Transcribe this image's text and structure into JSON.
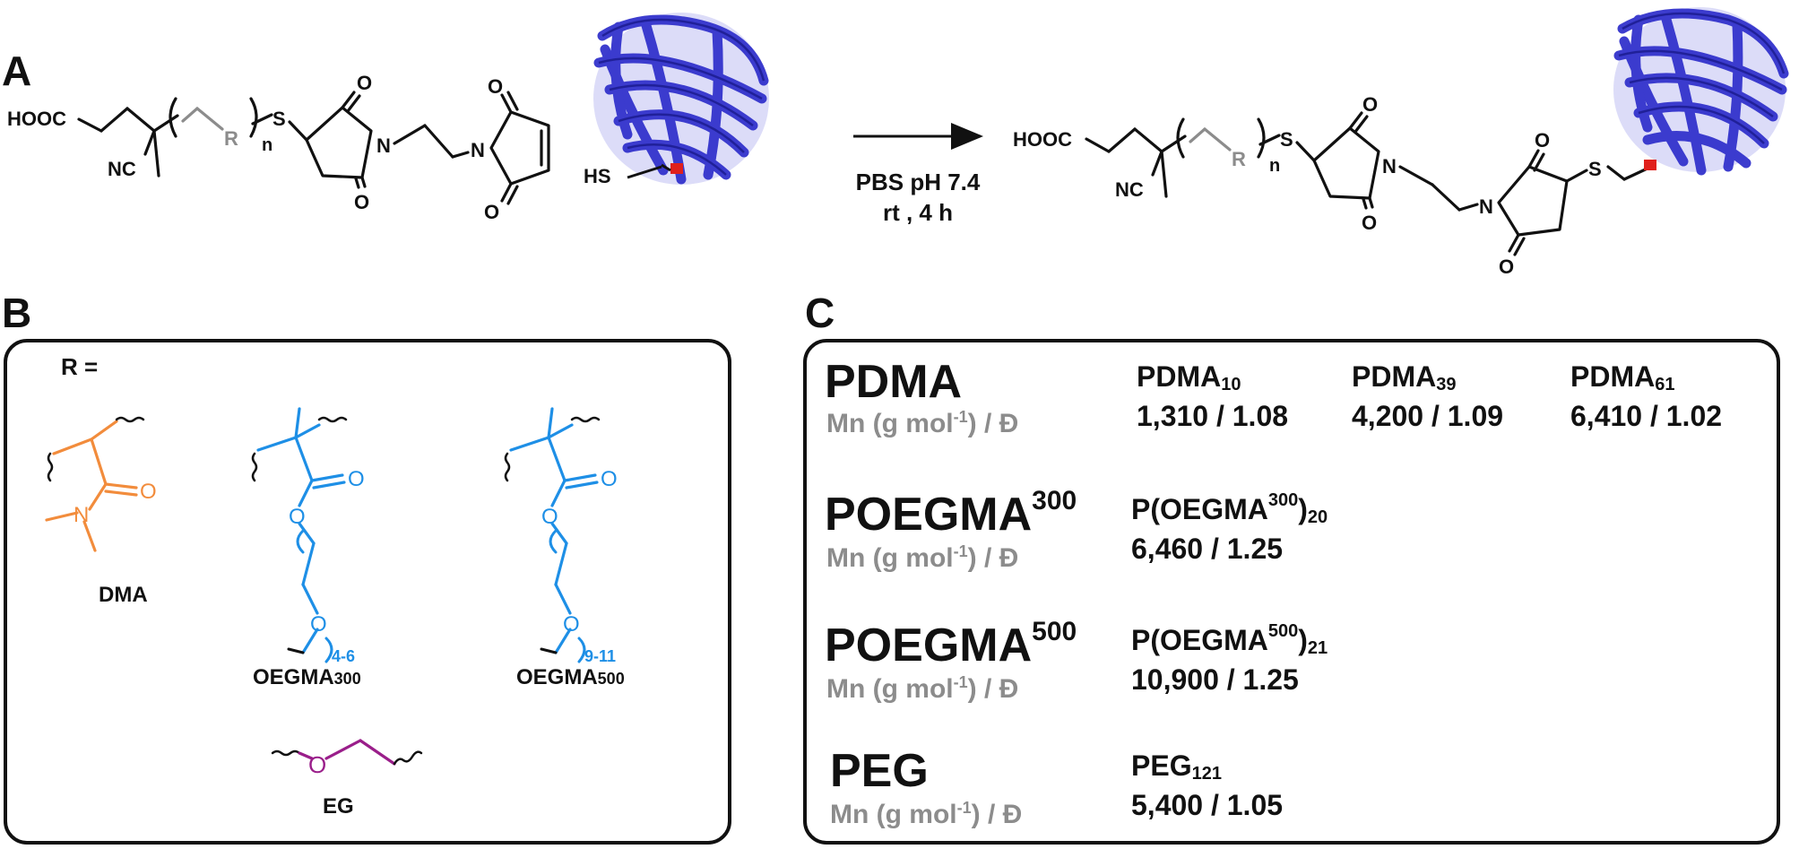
{
  "panels": {
    "a": "A",
    "b": "B",
    "c": "C"
  },
  "scheme": {
    "hooc": "HOOC",
    "nc": "NC",
    "r": "R",
    "n": "n",
    "s": "S",
    "n_atom": "N",
    "o": "O",
    "hs": "HS",
    "conditions_line1": "PBS pH 7.4",
    "conditions_line2": "rt , 4 h"
  },
  "panel_b": {
    "r_eq": "R =",
    "monomers": [
      {
        "label": "DMA",
        "sub": ""
      },
      {
        "label": "OEGMA",
        "sub": "300",
        "repeat": "4-6"
      },
      {
        "label": "OEGMA",
        "sub": "500",
        "repeat": "9-11"
      },
      {
        "label": "EG",
        "sub": ""
      }
    ],
    "atom_o": "O",
    "atom_n": "N"
  },
  "panel_c": {
    "mn_label_main": "Mn (g mol",
    "mn_label_exp": "-1",
    "mn_label_tail": ") / Đ",
    "groups": [
      {
        "title": "PDMA",
        "title_sup": "",
        "entries": [
          {
            "name": "PDMA",
            "sub": "10",
            "sup": "",
            "subtail": "",
            "value": "1,310 / 1.08"
          },
          {
            "name": "PDMA",
            "sub": "39",
            "sup": "",
            "subtail": "",
            "value": "4,200 / 1.09"
          },
          {
            "name": "PDMA",
            "sub": "61",
            "sup": "",
            "subtail": "",
            "value": "6,410 / 1.02"
          }
        ]
      },
      {
        "title": "POEGMA",
        "title_sup": "300",
        "entries": [
          {
            "name": "P(OEGMA",
            "sup": "300",
            "close": ")",
            "sub": "20",
            "value": "6,460 / 1.25"
          }
        ]
      },
      {
        "title": "POEGMA",
        "title_sup": "500",
        "entries": [
          {
            "name": "P(OEGMA",
            "sup": "500",
            "close": ")",
            "sub": "21",
            "value": "10,900 / 1.25"
          }
        ]
      },
      {
        "title": "PEG",
        "title_sup": "",
        "entries": [
          {
            "name": "PEG",
            "sub": "121",
            "sup": "",
            "value": "5,400 / 1.05"
          }
        ]
      }
    ]
  },
  "colors": {
    "black": "#111111",
    "gray": "#8c8c8c",
    "dma": "#f28c3c",
    "oegma": "#1e8fe6",
    "eg": "#9a1e8a",
    "protein": "#3333cc",
    "protein_dark": "#1a1a8c",
    "cys": "#e0201c"
  }
}
